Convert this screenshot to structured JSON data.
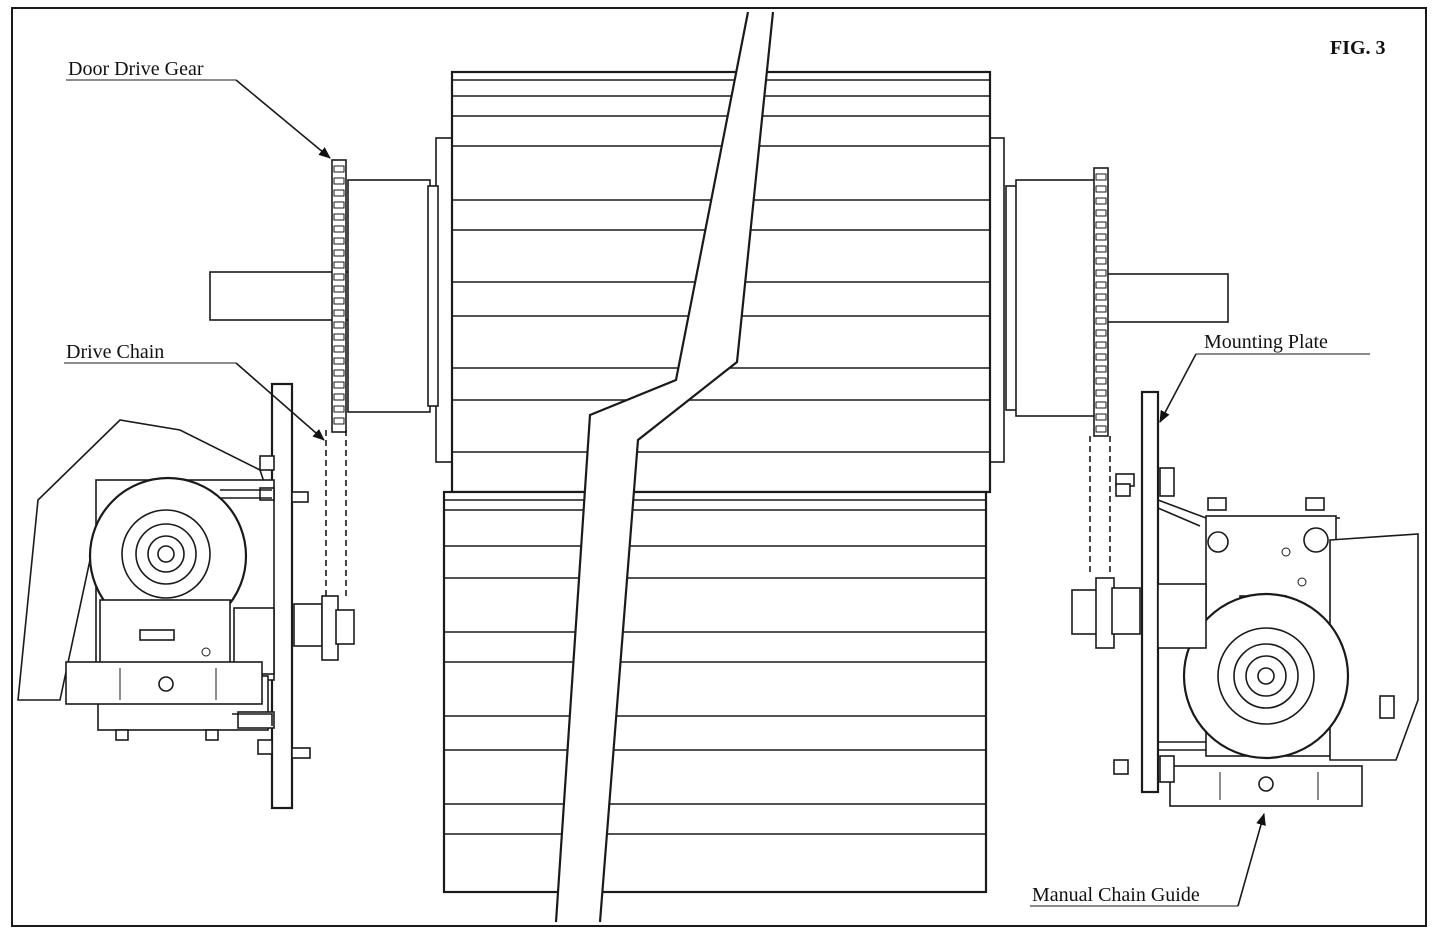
{
  "figure": {
    "number_label": "FIG. 3"
  },
  "labels": {
    "door_drive_gear": "Door Drive Gear",
    "drive_chain": "Drive Chain",
    "mounting_plate": "Mounting Plate",
    "manual_chain_guide": "Manual Chain Guide"
  }
}
